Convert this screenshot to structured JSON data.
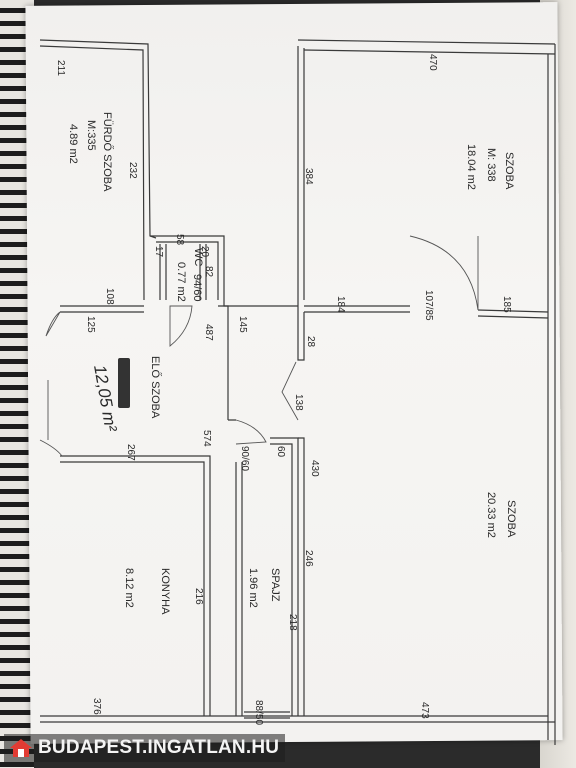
{
  "rooms": {
    "szoba_top": {
      "name": "SZOBA",
      "height": "M: 338",
      "area": "18.04 m2"
    },
    "szoba_bottom": {
      "name": "SZOBA",
      "area": "20.33 m2"
    },
    "furdo": {
      "name": "FÜRDŐ SZOBA",
      "height": "M:335",
      "area": "4.89 m2"
    },
    "wc": {
      "name": "WC",
      "door": "94/60",
      "area": "0.77 m2"
    },
    "elo": {
      "name": "ELŐ SZOBA",
      "handwritten": "12,05 m²"
    },
    "konyha": {
      "name": "KONYHA",
      "area": "8.12 m2"
    },
    "spajz": {
      "name": "SPAJZ",
      "area": "1.96 m2"
    }
  },
  "dimensions": {
    "d211": "211",
    "d470": "470",
    "d232": "232",
    "d384": "384",
    "d58": "58",
    "d17": "17",
    "d20": "20",
    "d82": "82",
    "d108": "108",
    "d125": "125",
    "d184": "184",
    "d107_85": "107/85",
    "d185": "185",
    "d487": "487",
    "d145": "145",
    "d28": "28",
    "d138": "138",
    "d574": "574",
    "d267": "267",
    "d90_60": "90/60",
    "d60": "60",
    "d430": "430",
    "d246": "246",
    "d216": "216",
    "d218": "218",
    "d376": "376",
    "d88_50": "88/50",
    "d473": "473"
  },
  "watermark": {
    "prefix": "BUDAPEST",
    "suffix": ".INGATLAN.HU"
  },
  "colors": {
    "watermark_accent": "#e23b33",
    "ink": "#2a2a2a"
  }
}
